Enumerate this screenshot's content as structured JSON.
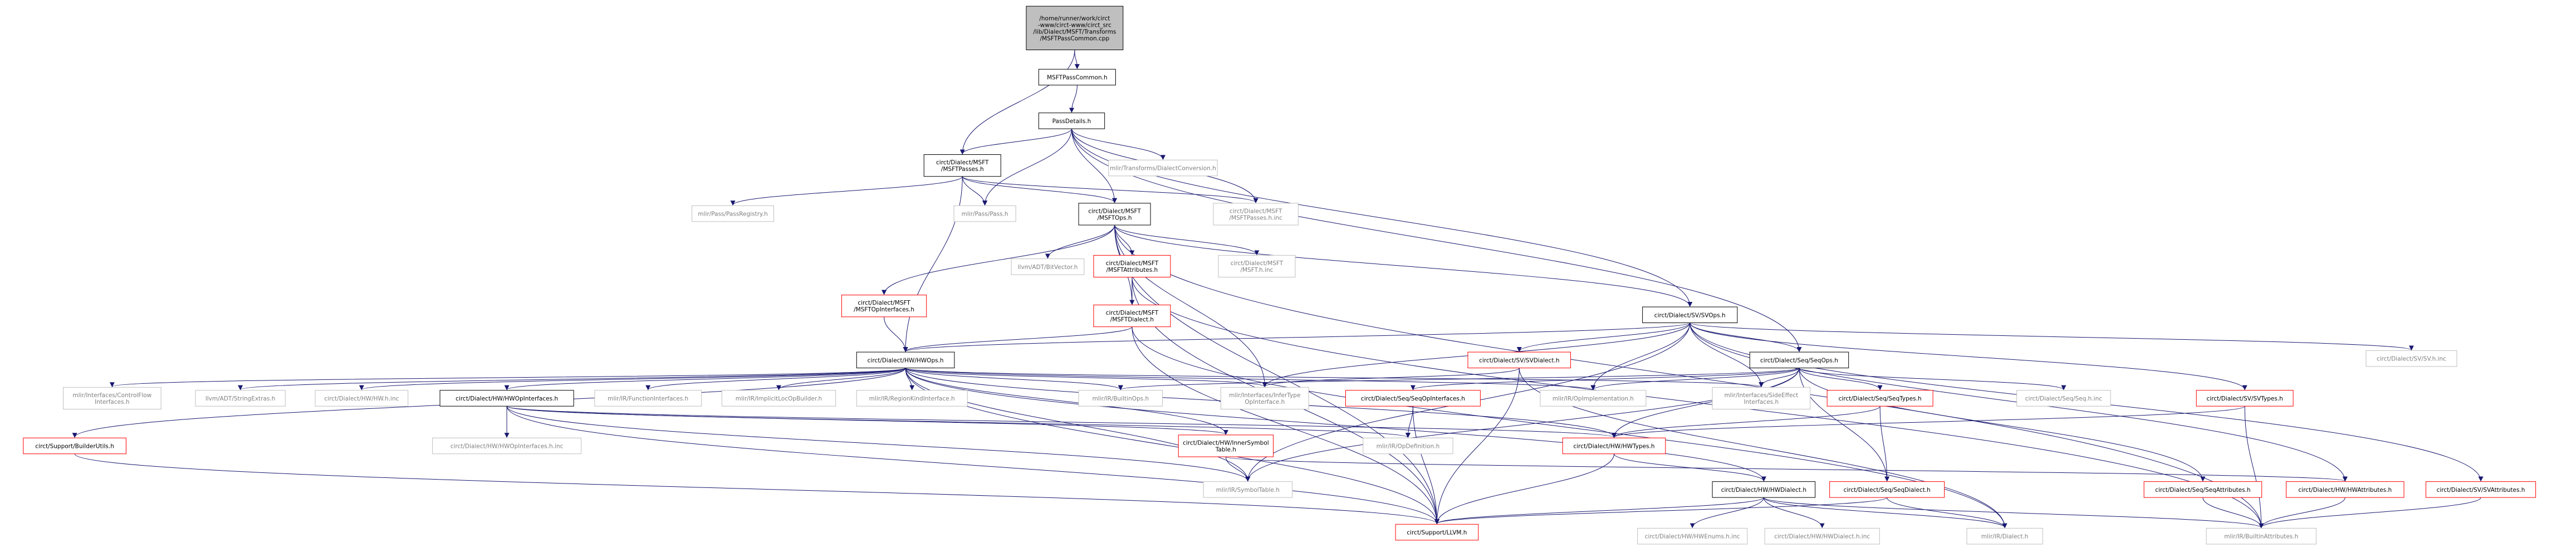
{
  "nodes": [
    {
      "id": "root",
      "lines": [
        "/home/runner/work/circt",
        "-www/circt-www/circt_src",
        "/lib/Dialect/MSFT/Transforms",
        "/MSFTPassCommon.cpp"
      ],
      "style": "root"
    },
    {
      "id": "common",
      "lines": [
        "MSFTPassCommon.h"
      ],
      "style": "normal"
    },
    {
      "id": "passdetails",
      "lines": [
        "PassDetails.h"
      ],
      "style": "normal"
    },
    {
      "id": "msftpasses",
      "lines": [
        "circt/Dialect/MSFT",
        "/MSFTPasses.h"
      ],
      "style": "normal"
    },
    {
      "id": "dialectconv",
      "lines": [
        "mlir/Transforms/DialectConversion.h"
      ],
      "style": "gray"
    },
    {
      "id": "passregistry",
      "lines": [
        "mlir/Pass/PassRegistry.h"
      ],
      "style": "gray"
    },
    {
      "id": "pass",
      "lines": [
        "mlir/Pass/Pass.h"
      ],
      "style": "gray"
    },
    {
      "id": "msftops",
      "lines": [
        "circt/Dialect/MSFT",
        "/MSFTOps.h"
      ],
      "style": "normal"
    },
    {
      "id": "msftpassesinc",
      "lines": [
        "circt/Dialect/MSFT",
        "/MSFTPasses.h.inc"
      ],
      "style": "gray"
    },
    {
      "id": "bitvector",
      "lines": [
        "llvm/ADT/BitVector.h"
      ],
      "style": "gray"
    },
    {
      "id": "msftattrs",
      "lines": [
        "circt/Dialect/MSFT",
        "/MSFTAttributes.h"
      ],
      "style": "red"
    },
    {
      "id": "msfthinc",
      "lines": [
        "circt/Dialect/MSFT",
        "/MSFT.h.inc"
      ],
      "style": "gray"
    },
    {
      "id": "msftopif",
      "lines": [
        "circt/Dialect/MSFT",
        "/MSFTOpInterfaces.h"
      ],
      "style": "red"
    },
    {
      "id": "msftdialect",
      "lines": [
        "circt/Dialect/MSFT",
        "/MSFTDialect.h"
      ],
      "style": "red"
    },
    {
      "id": "svops",
      "lines": [
        "circt/Dialect/SV/SVOps.h"
      ],
      "style": "normal"
    },
    {
      "id": "svhinc",
      "lines": [
        "circt/Dialect/SV/SV.h.inc"
      ],
      "style": "gray"
    },
    {
      "id": "hwops",
      "lines": [
        "circt/Dialect/HW/HWOps.h"
      ],
      "style": "normal"
    },
    {
      "id": "svdialect",
      "lines": [
        "circt/Dialect/SV/SVDialect.h"
      ],
      "style": "red"
    },
    {
      "id": "seqops",
      "lines": [
        "circt/Dialect/Seq/SeqOps.h"
      ],
      "style": "normal"
    },
    {
      "id": "controlflow",
      "lines": [
        "mlir/Interfaces/ControlFlow",
        "Interfaces.h"
      ],
      "style": "gray"
    },
    {
      "id": "stringextras",
      "lines": [
        "llvm/ADT/StringExtras.h"
      ],
      "style": "gray"
    },
    {
      "id": "hwhinc",
      "lines": [
        "circt/Dialect/HW/HW.h.inc"
      ],
      "style": "gray"
    },
    {
      "id": "hwopif",
      "lines": [
        "circt/Dialect/HW/HWOpInterfaces.h"
      ],
      "style": "normal"
    },
    {
      "id": "funcif",
      "lines": [
        "mlir/IR/FunctionInterfaces.h"
      ],
      "style": "gray"
    },
    {
      "id": "implicitloc",
      "lines": [
        "mlir/IR/ImplicitLocOpBuilder.h"
      ],
      "style": "gray"
    },
    {
      "id": "regionkind",
      "lines": [
        "mlir/IR/RegionKindInterface.h"
      ],
      "style": "gray"
    },
    {
      "id": "builtinops",
      "lines": [
        "mlir/IR/BuiltinOps.h"
      ],
      "style": "gray"
    },
    {
      "id": "infertype",
      "lines": [
        "mlir/Interfaces/InferType",
        "OpInterface.h"
      ],
      "style": "gray"
    },
    {
      "id": "opimpl",
      "lines": [
        "mlir/IR/OpImplementation.h"
      ],
      "style": "gray"
    },
    {
      "id": "sideeffect",
      "lines": [
        "mlir/Interfaces/SideEffect",
        "Interfaces.h"
      ],
      "style": "gray"
    },
    {
      "id": "seqopif",
      "lines": [
        "circt/Dialect/Seq/SeqOpInterfaces.h"
      ],
      "style": "red"
    },
    {
      "id": "seqtypes",
      "lines": [
        "circt/Dialect/Seq/SeqTypes.h"
      ],
      "style": "red"
    },
    {
      "id": "seqhinc",
      "lines": [
        "circt/Dialect/Seq/Seq.h.inc"
      ],
      "style": "gray"
    },
    {
      "id": "svtypes",
      "lines": [
        "circt/Dialect/SV/SVTypes.h"
      ],
      "style": "red"
    },
    {
      "id": "builderutils",
      "lines": [
        "circt/Support/BuilderUtils.h"
      ],
      "style": "red"
    },
    {
      "id": "hwopifinc",
      "lines": [
        "circt/Dialect/HW/HWOpInterfaces.h.inc"
      ],
      "style": "gray"
    },
    {
      "id": "innersym",
      "lines": [
        "circt/Dialect/HW/InnerSymbol",
        "Table.h"
      ],
      "style": "red"
    },
    {
      "id": "opdef",
      "lines": [
        "mlir/IR/OpDefinition.h"
      ],
      "style": "gray"
    },
    {
      "id": "hwtypes",
      "lines": [
        "circt/Dialect/HW/HWTypes.h"
      ],
      "style": "red"
    },
    {
      "id": "symtable",
      "lines": [
        "mlir/IR/SymbolTable.h"
      ],
      "style": "gray"
    },
    {
      "id": "hwdialect",
      "lines": [
        "circt/Dialect/HW/HWDialect.h"
      ],
      "style": "normal"
    },
    {
      "id": "seqdialect",
      "lines": [
        "circt/Dialect/Seq/SeqDialect.h"
      ],
      "style": "red"
    },
    {
      "id": "seqattrs",
      "lines": [
        "circt/Dialect/Seq/SeqAttributes.h"
      ],
      "style": "red"
    },
    {
      "id": "hwattrs",
      "lines": [
        "circt/Dialect/HW/HWAttributes.h"
      ],
      "style": "red"
    },
    {
      "id": "svattrs",
      "lines": [
        "circt/Dialect/SV/SVAttributes.h"
      ],
      "style": "red"
    },
    {
      "id": "llvm",
      "lines": [
        "circt/Support/LLVM.h"
      ],
      "style": "red"
    },
    {
      "id": "hwenums",
      "lines": [
        "circt/Dialect/HW/HWEnums.h.inc"
      ],
      "style": "gray"
    },
    {
      "id": "hwdialectinc",
      "lines": [
        "circt/Dialect/HW/HWDialect.h.inc"
      ],
      "style": "gray"
    },
    {
      "id": "irdialect",
      "lines": [
        "mlir/IR/Dialect.h"
      ],
      "style": "gray"
    },
    {
      "id": "builtinattrs",
      "lines": [
        "mlir/IR/BuiltinAttributes.h"
      ],
      "style": "gray"
    }
  ],
  "edges": [
    [
      "root",
      "common"
    ],
    [
      "root",
      "msftpasses"
    ],
    [
      "common",
      "passdetails"
    ],
    [
      "passdetails",
      "msftpasses"
    ],
    [
      "passdetails",
      "dialectconv"
    ],
    [
      "passdetails",
      "pass"
    ],
    [
      "passdetails",
      "msftops"
    ],
    [
      "passdetails",
      "msftpassesinc"
    ],
    [
      "passdetails",
      "svops"
    ],
    [
      "passdetails",
      "seqops"
    ],
    [
      "msftpasses",
      "passregistry"
    ],
    [
      "msftpasses",
      "pass"
    ],
    [
      "msftpasses",
      "msftops"
    ],
    [
      "msftpasses",
      "msftpassesinc"
    ],
    [
      "msftpasses",
      "hwops"
    ],
    [
      "msftops",
      "bitvector"
    ],
    [
      "msftops",
      "msftattrs"
    ],
    [
      "msftops",
      "msfthinc"
    ],
    [
      "msftops",
      "msftopif"
    ],
    [
      "msftops",
      "msftdialect"
    ],
    [
      "msftops",
      "svops"
    ],
    [
      "msftops",
      "infertype"
    ],
    [
      "msftops",
      "llvm"
    ],
    [
      "msftops",
      "builtinattrs"
    ],
    [
      "msftattrs",
      "msftdialect"
    ],
    [
      "msftattrs",
      "llvm"
    ],
    [
      "msftattrs",
      "builtinattrs"
    ],
    [
      "msftopif",
      "hwops"
    ],
    [
      "msftdialect",
      "hwops"
    ],
    [
      "msftdialect",
      "llvm"
    ],
    [
      "msftdialect",
      "irdialect"
    ],
    [
      "svops",
      "hwops"
    ],
    [
      "svops",
      "svdialect"
    ],
    [
      "svops",
      "seqops"
    ],
    [
      "svops",
      "svhinc"
    ],
    [
      "svops",
      "svtypes"
    ],
    [
      "svops",
      "infertype"
    ],
    [
      "svops",
      "opimpl"
    ],
    [
      "svops",
      "sideeffect"
    ],
    [
      "svops",
      "symtable"
    ],
    [
      "svops",
      "hwattrs"
    ],
    [
      "svops",
      "svattrs"
    ],
    [
      "hwops",
      "controlflow"
    ],
    [
      "hwops",
      "stringextras"
    ],
    [
      "hwops",
      "hwhinc"
    ],
    [
      "hwops",
      "hwopif"
    ],
    [
      "hwops",
      "funcif"
    ],
    [
      "hwops",
      "implicitloc"
    ],
    [
      "hwops",
      "regionkind"
    ],
    [
      "hwops",
      "builtinops"
    ],
    [
      "hwops",
      "infertype"
    ],
    [
      "hwops",
      "opimpl"
    ],
    [
      "hwops",
      "sideeffect"
    ],
    [
      "hwops",
      "builderutils"
    ],
    [
      "hwops",
      "hwtypes"
    ],
    [
      "hwops",
      "innersym"
    ],
    [
      "hwops",
      "hwdialect"
    ],
    [
      "hwops",
      "symtable"
    ],
    [
      "hwops",
      "llvm"
    ],
    [
      "svdialect",
      "infertype"
    ],
    [
      "svdialect",
      "llvm"
    ],
    [
      "svdialect",
      "irdialect"
    ],
    [
      "seqops",
      "seqopif"
    ],
    [
      "seqops",
      "seqtypes"
    ],
    [
      "seqops",
      "seqhinc"
    ],
    [
      "seqops",
      "sideeffect"
    ],
    [
      "seqops",
      "opimpl"
    ],
    [
      "seqops",
      "builtinops"
    ],
    [
      "seqops",
      "hwtypes"
    ],
    [
      "seqops",
      "seqdialect"
    ],
    [
      "seqops",
      "seqattrs"
    ],
    [
      "seqops",
      "symtable"
    ],
    [
      "hwopif",
      "hwopifinc"
    ],
    [
      "hwopif",
      "innersym"
    ],
    [
      "hwopif",
      "opdef"
    ],
    [
      "hwopif",
      "hwtypes"
    ],
    [
      "hwopif",
      "symtable"
    ],
    [
      "hwopif",
      "llvm"
    ],
    [
      "seqopif",
      "opdef"
    ],
    [
      "seqopif",
      "llvm"
    ],
    [
      "seqtypes",
      "hwtypes"
    ],
    [
      "seqtypes",
      "seqdialect"
    ],
    [
      "svtypes",
      "hwtypes"
    ],
    [
      "svtypes",
      "builtinattrs"
    ],
    [
      "builderutils",
      "llvm"
    ],
    [
      "innersym",
      "symtable"
    ],
    [
      "innersym",
      "hwattrs"
    ],
    [
      "hwtypes",
      "hwdialect"
    ],
    [
      "hwtypes",
      "llvm"
    ],
    [
      "hwdialect",
      "hwenums"
    ],
    [
      "hwdialect",
      "hwdialectinc"
    ],
    [
      "hwdialect",
      "irdialect"
    ],
    [
      "hwdialect",
      "llvm"
    ],
    [
      "hwdialect",
      "builtinattrs"
    ],
    [
      "seqdialect",
      "irdialect"
    ],
    [
      "seqdialect",
      "llvm"
    ],
    [
      "seqattrs",
      "builtinattrs"
    ],
    [
      "hwattrs",
      "builtinattrs"
    ],
    [
      "svattrs",
      "builtinattrs"
    ]
  ],
  "colors": {
    "edge": "#191970",
    "node_border": "#000000",
    "gray_border": "#bfbfbf",
    "red_border": "#ff0000",
    "gray_text": "#808080",
    "root_fill": "#bfbfbf",
    "fill": "#ffffff"
  }
}
